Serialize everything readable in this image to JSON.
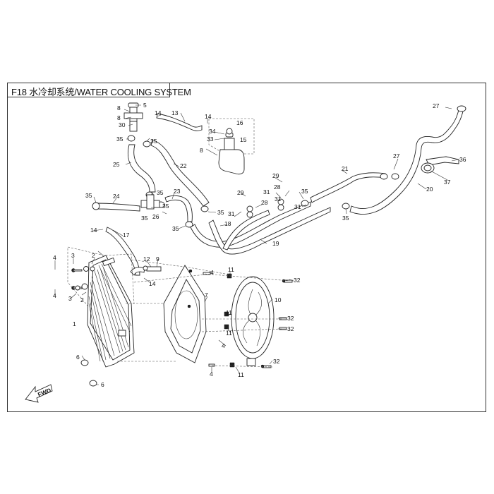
{
  "title": "F18  水冷却系统/WATER COOLING SYSTEM",
  "fwd_label": "FWD",
  "labels": [
    "1",
    "2",
    "3",
    "4",
    "5",
    "6",
    "7",
    "8",
    "9",
    "10",
    "11",
    "12",
    "13",
    "14",
    "15",
    "16",
    "17",
    "18",
    "19",
    "20",
    "21",
    "22",
    "23",
    "24",
    "25",
    "26",
    "27",
    "28",
    "29",
    "30",
    "31",
    "32",
    "33",
    "34",
    "35",
    "36",
    "37"
  ]
}
